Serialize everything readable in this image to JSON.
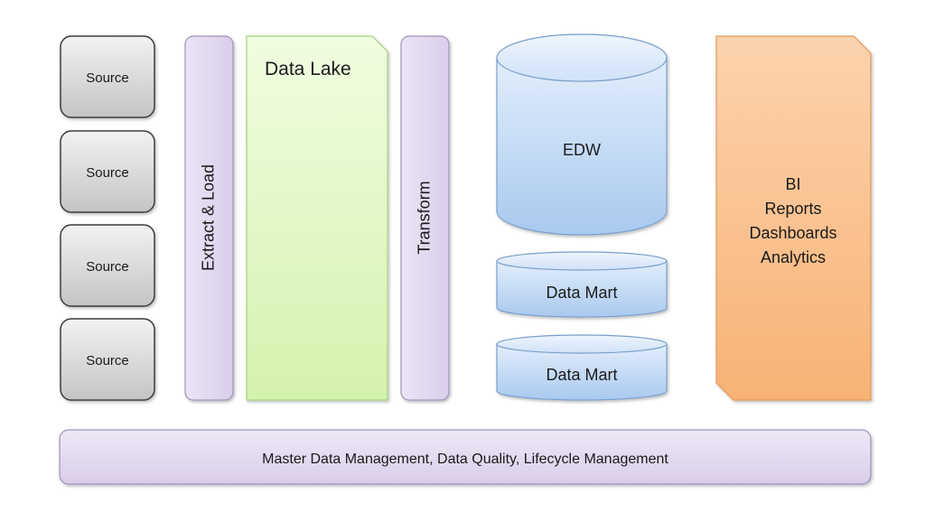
{
  "sources": [
    {
      "label": "Source"
    },
    {
      "label": "Source"
    },
    {
      "label": "Source"
    },
    {
      "label": "Source"
    }
  ],
  "extract_load": {
    "label": "Extract & Load"
  },
  "data_lake": {
    "label": "Data Lake"
  },
  "transform": {
    "label": "Transform"
  },
  "edw": {
    "label": "EDW"
  },
  "data_marts": [
    {
      "label": "Data Mart"
    },
    {
      "label": "Data Mart"
    }
  ],
  "bi_panel": {
    "lines": [
      "BI",
      "Reports",
      "Dashboards",
      "Analytics"
    ]
  },
  "footer_bar": {
    "label": "Master Data Management, Data Quality, Lifecycle Management"
  },
  "colors": {
    "source_fill": "#d6d6d6",
    "purple_fill": "#e4dbf0",
    "lake_fill": "#e3f9c8",
    "blue_fill": "#c6dcf5",
    "orange_fill": "#fbc291"
  }
}
